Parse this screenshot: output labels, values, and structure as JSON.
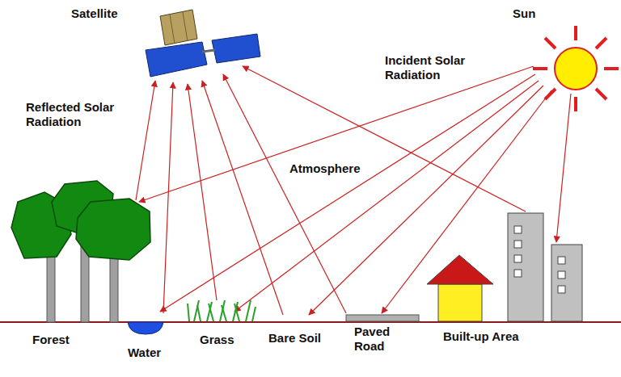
{
  "diagram": {
    "labels": [
      "Satellite",
      "Sun",
      "Incident Solar Radiation",
      "Reflected Solar Radiation",
      "Atmosphere",
      "Forest",
      "Water",
      "Grass",
      "Bare Soil",
      "Paved Road",
      "Built-up Area"
    ]
  }
}
